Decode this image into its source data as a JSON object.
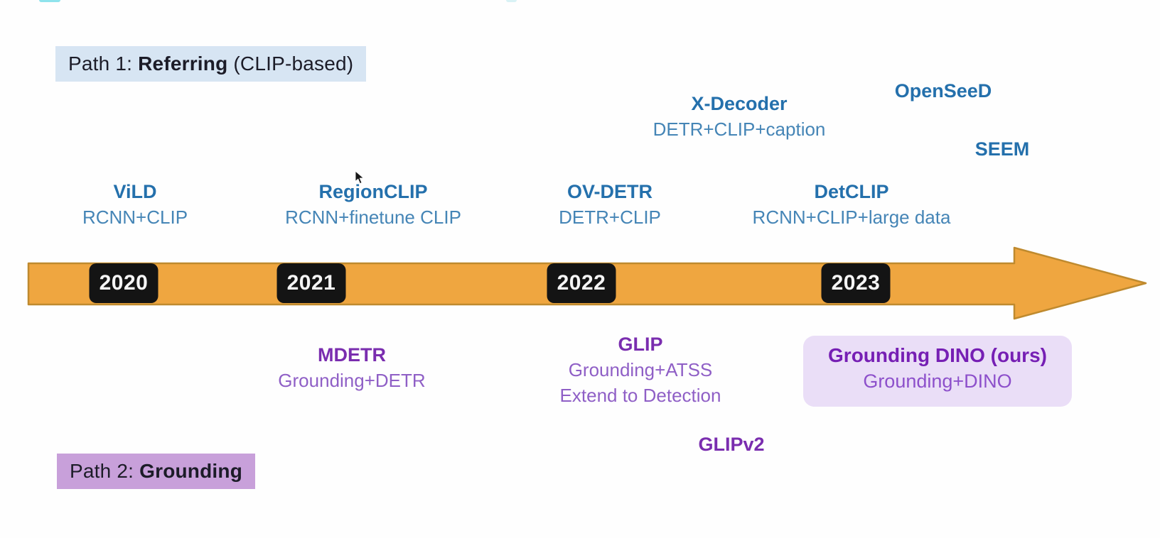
{
  "labels": {
    "path1": {
      "prefix": "Path 1: ",
      "bold": "Referring",
      "suffix": " (CLIP-based)"
    },
    "path2": {
      "prefix": "Path 2: ",
      "bold": "Grounding"
    }
  },
  "timeline": {
    "years": [
      "2020",
      "2021",
      "2022",
      "2023"
    ]
  },
  "entries": {
    "referring": [
      {
        "name": "ViLD",
        "lines": [
          "RCNN+CLIP"
        ]
      },
      {
        "name": "RegionCLIP",
        "lines": [
          "RCNN+finetune CLIP"
        ]
      },
      {
        "name": "OV-DETR",
        "lines": [
          "DETR+CLIP"
        ]
      },
      {
        "name": "DetCLIP",
        "lines": [
          "RCNN+CLIP+large data"
        ]
      },
      {
        "name": "X-Decoder",
        "lines": [
          "DETR+CLIP+caption"
        ]
      },
      {
        "name": "OpenSeeD",
        "lines": []
      },
      {
        "name": "SEEM",
        "lines": []
      }
    ],
    "grounding": [
      {
        "name": "MDETR",
        "lines": [
          "Grounding+DETR"
        ]
      },
      {
        "name": "GLIP",
        "lines": [
          "Grounding+ATSS",
          "Extend to Detection"
        ]
      },
      {
        "name": "GLIPv2",
        "lines": []
      },
      {
        "name": "Grounding DINO (ours)",
        "lines": [
          "Grounding+DINO"
        ],
        "highlighted": true
      }
    ]
  },
  "colors": {
    "accent_blue_bold": "#2470ac",
    "accent_blue": "#4585b6",
    "accent_purple_bold": "#7a2daf",
    "accent_purple": "#8f5fc6",
    "path1_bg": "#d7e5f3",
    "path2_bg": "#c8a0da",
    "timeline_orange": "#efa640",
    "timeline_border": "#bf8a2e",
    "year_box_bg": "#141414",
    "year_box_text": "#f5f5f5",
    "dino_card_bg": "#eadef7",
    "dino_purple_bold": "#761fb4",
    "dino_purple": "#8d50cb",
    "label_text": "#1c1c28"
  }
}
